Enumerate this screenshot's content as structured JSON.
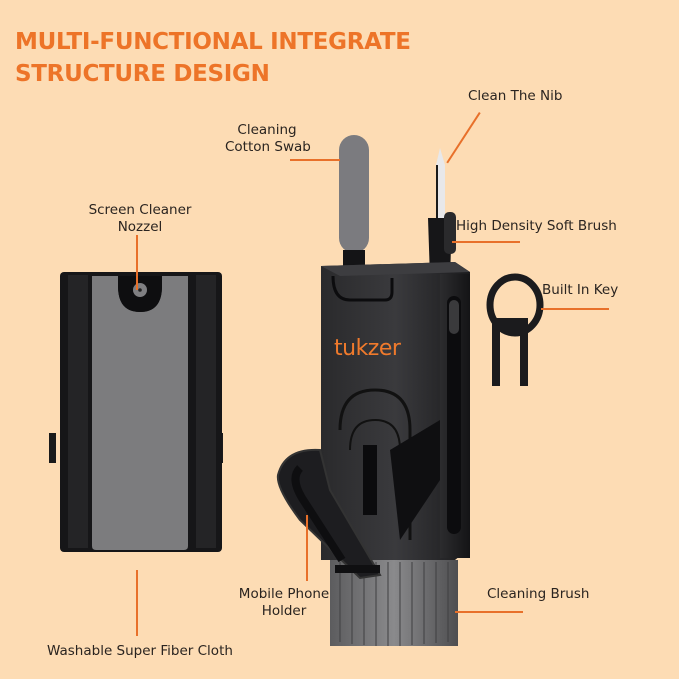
{
  "title": {
    "line1": "MULTI-FUNCTIONAL INTEGRATE",
    "line2": "STRUCTURE DESIGN"
  },
  "brand": {
    "logo_text": "tukzer"
  },
  "callouts": {
    "cotton_swab": {
      "line1": "Cleaning",
      "line2": "Cotton Swab"
    },
    "nib": {
      "label": "Clean The Nib"
    },
    "soft_brush": {
      "label": "High Density Soft Brush"
    },
    "key": {
      "label": "Built In Key"
    },
    "nozzle": {
      "line1": "Screen Cleaner",
      "line2": "Nozzel"
    },
    "phone_holder": {
      "line1": "Mobile Phone",
      "line2": "Holder"
    },
    "cleaning_brush": {
      "label": "Cleaning Brush"
    },
    "fiber_cloth": {
      "label": "Washable Super Fiber Cloth"
    }
  },
  "colors": {
    "background": "#fddcb4",
    "accent": "#ed7428",
    "device_black": "#1c1c1e",
    "cloth_gray": "#7a7a7a"
  }
}
